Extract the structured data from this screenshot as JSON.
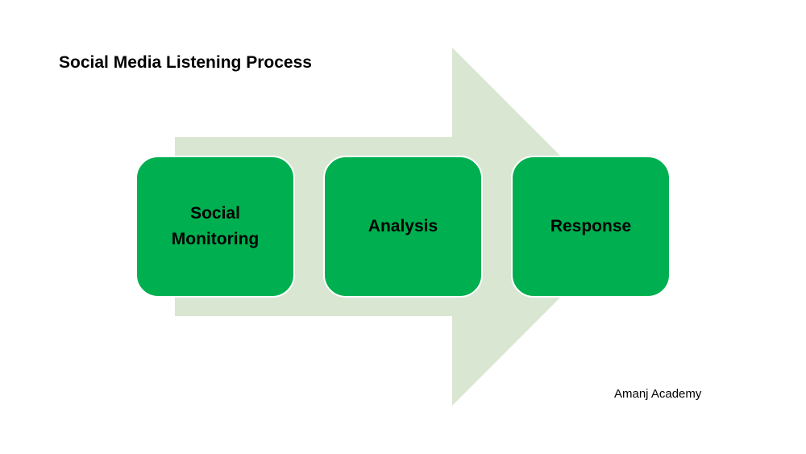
{
  "title": "Social Media Listening Process",
  "steps": [
    {
      "label": "Social\nMonitoring"
    },
    {
      "label": "Analysis"
    },
    {
      "label": "Response"
    }
  ],
  "credit": "Amanj Academy",
  "colors": {
    "arrow_fill": "#d9e6d2",
    "step_fill": "#00b050",
    "text": "#000000",
    "background": "#ffffff"
  }
}
